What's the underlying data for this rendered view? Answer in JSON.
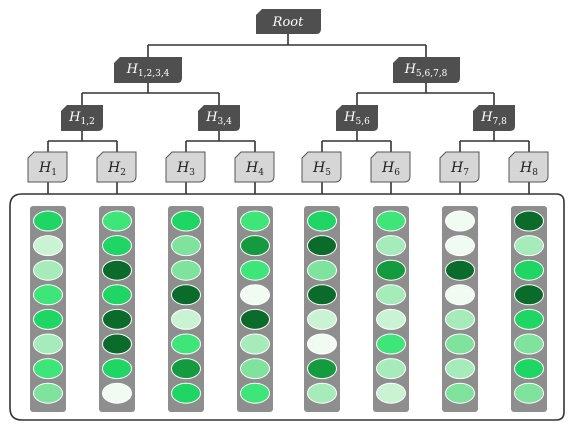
{
  "tree": {
    "root": {
      "base": "Root",
      "sub": ""
    },
    "level1": [
      {
        "base": "H",
        "sub": "1,2,3,4"
      },
      {
        "base": "H",
        "sub": "5,6,7,8"
      }
    ],
    "level2": [
      {
        "base": "H",
        "sub": "1,2"
      },
      {
        "base": "H",
        "sub": "3,4"
      },
      {
        "base": "H",
        "sub": "5,6"
      },
      {
        "base": "H",
        "sub": "7,8"
      }
    ],
    "leaves": [
      {
        "base": "H",
        "sub": "1"
      },
      {
        "base": "H",
        "sub": "2"
      },
      {
        "base": "H",
        "sub": "3"
      },
      {
        "base": "H",
        "sub": "4"
      },
      {
        "base": "H",
        "sub": "5"
      },
      {
        "base": "H",
        "sub": "6"
      },
      {
        "base": "H",
        "sub": "7"
      },
      {
        "base": "H",
        "sub": "8"
      }
    ]
  },
  "colors": {
    "node_fill": "#4f4f4f",
    "leaf_fill": "#d6d6d6",
    "column_fill": "#8e8e8e",
    "palette": {
      "1": "#f0fbf2",
      "2": "#c9f3d3",
      "3": "#a6ecbb",
      "4": "#7fe39d",
      "5": "#3ee67a",
      "6": "#1fd665",
      "7": "#149a3f",
      "8": "#0b6b2a"
    }
  },
  "columns": [
    [
      6,
      2,
      3,
      5,
      6,
      3,
      5,
      4
    ],
    [
      5,
      6,
      8,
      6,
      8,
      8,
      6,
      1
    ],
    [
      6,
      4,
      4,
      8,
      2,
      5,
      7,
      6
    ],
    [
      5,
      7,
      5,
      1,
      8,
      3,
      4,
      5
    ],
    [
      6,
      8,
      4,
      8,
      2,
      1,
      7,
      3
    ],
    [
      5,
      3,
      7,
      3,
      2,
      5,
      3,
      2
    ],
    [
      1,
      1,
      8,
      1,
      3,
      4,
      3,
      4
    ],
    [
      8,
      3,
      6,
      8,
      6,
      4,
      6,
      4
    ]
  ]
}
